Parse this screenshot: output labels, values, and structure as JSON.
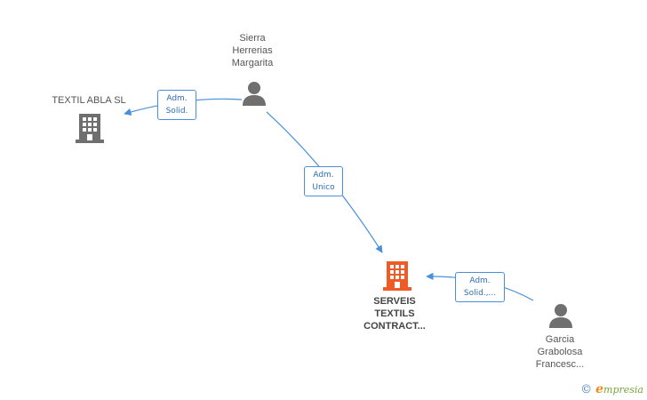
{
  "colors": {
    "edge": "#4a90d9",
    "company_default": "#6f6f6f",
    "company_focus": "#f05a24",
    "person": "#6f6f6f"
  },
  "nodes": {
    "textil_abla": {
      "name": "TEXTIL ABLA SL",
      "icon": "building-icon"
    },
    "sierra": {
      "name_lines": [
        "Sierra",
        "Herrerias",
        "Margarita"
      ],
      "icon": "person-icon"
    },
    "serveis": {
      "name_lines": [
        "SERVEIS",
        "TEXTILS",
        "CONTRACT..."
      ],
      "icon": "building-icon"
    },
    "garcia": {
      "name_lines": [
        "Garcia",
        "Grabolosa",
        "Francesc..."
      ],
      "icon": "person-icon"
    }
  },
  "edges": {
    "sierra_to_textil": {
      "label_lines": [
        "Adm.",
        "Solid."
      ]
    },
    "sierra_to_serveis": {
      "label_lines": [
        "Adm.",
        "Unico"
      ]
    },
    "garcia_to_serveis": {
      "label_lines": [
        "Adm.",
        "Solid.,..."
      ]
    }
  },
  "brand": {
    "copyright": "©",
    "initial": "e",
    "rest": "mpresia"
  }
}
